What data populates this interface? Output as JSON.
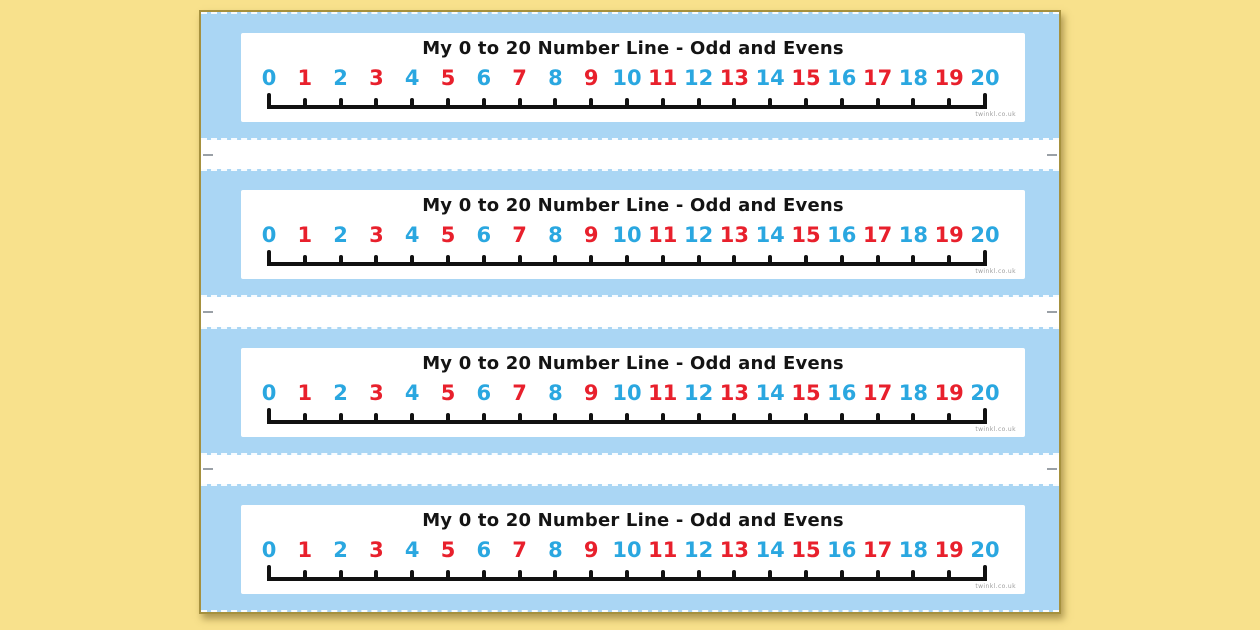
{
  "worksheet": {
    "strip_count": 4,
    "strip": {
      "title": "My 0 to 20 Number Line - Odd and Evens",
      "numbers": [
        0,
        1,
        2,
        3,
        4,
        5,
        6,
        7,
        8,
        9,
        10,
        11,
        12,
        13,
        14,
        15,
        16,
        17,
        18,
        19,
        20
      ],
      "watermark": "twinkl.co.uk"
    },
    "colors": {
      "background": "#F8E18C",
      "strip_background": "#AAD6F4",
      "even_number": "#2AA7E0",
      "odd_number": "#E8202C",
      "line": "#111111",
      "page_edge": "#A6913E"
    }
  }
}
